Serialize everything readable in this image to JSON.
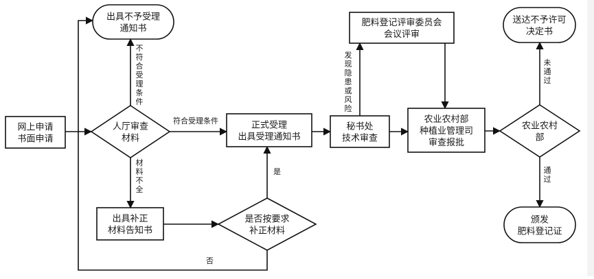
{
  "diagram": {
    "type": "flowchart",
    "nodes": {
      "apply": {
        "shape": "rect",
        "lines": [
          "网上申请",
          "书面申请"
        ]
      },
      "hall_review": {
        "shape": "diamond",
        "lines": [
          "人厅审查",
          "材料"
        ]
      },
      "reject_notice": {
        "shape": "terminal",
        "lines": [
          "出具不予受理",
          "通知书"
        ]
      },
      "formal_accept": {
        "shape": "rect",
        "lines": [
          "正式受理",
          "出具受理通知书"
        ]
      },
      "supplement_notice": {
        "shape": "rect",
        "lines": [
          "出具补正",
          "材料告知书"
        ]
      },
      "supplement_check": {
        "shape": "diamond",
        "lines": [
          "是否按要求",
          "补正材料"
        ]
      },
      "secretariat": {
        "shape": "rect",
        "lines": [
          "秘书处",
          "技术审查"
        ]
      },
      "committee": {
        "shape": "rect",
        "lines": [
          "肥料登记评审委员会",
          "会议评审"
        ]
      },
      "ministry_dept": {
        "shape": "rect",
        "lines": [
          "农业农村部",
          "种植业管理司",
          "审查报批"
        ]
      },
      "ministry_decision": {
        "shape": "diamond",
        "lines": [
          "农业农村",
          "部"
        ]
      },
      "deny_decision": {
        "shape": "terminal",
        "lines": [
          "送达不予许可",
          "决定书"
        ]
      },
      "issue_cert": {
        "shape": "terminal",
        "lines": [
          "颁发",
          "肥料登记证"
        ]
      }
    },
    "edges": [
      {
        "from": "apply",
        "to": "hall_review",
        "label": ""
      },
      {
        "from": "hall_review",
        "to": "reject_notice",
        "label": "不符合受理条件"
      },
      {
        "from": "hall_review",
        "to": "formal_accept",
        "label": "符合受理条件"
      },
      {
        "from": "hall_review",
        "to": "supplement_notice",
        "label": "材料不全"
      },
      {
        "from": "supplement_notice",
        "to": "supplement_check",
        "label": ""
      },
      {
        "from": "supplement_check",
        "to": "formal_accept",
        "label": "是"
      },
      {
        "from": "supplement_check",
        "to": "reject_notice",
        "label": "否"
      },
      {
        "from": "formal_accept",
        "to": "secretariat",
        "label": ""
      },
      {
        "from": "secretariat",
        "to": "committee",
        "label": "发现隐患或风险"
      },
      {
        "from": "secretariat",
        "to": "ministry_dept",
        "label": ""
      },
      {
        "from": "committee",
        "to": "ministry_dept",
        "label": ""
      },
      {
        "from": "ministry_dept",
        "to": "ministry_decision",
        "label": ""
      },
      {
        "from": "ministry_decision",
        "to": "deny_decision",
        "label": "未通过"
      },
      {
        "from": "ministry_decision",
        "to": "issue_cert",
        "label": "通过"
      }
    ]
  },
  "colors": {
    "stroke": "#111111",
    "fill": "#ffffff",
    "text": "#1a1a1a",
    "edge_strip": "#f3f3f3"
  }
}
